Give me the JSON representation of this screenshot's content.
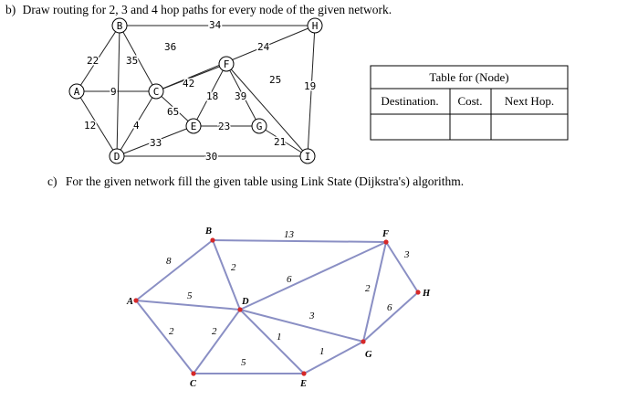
{
  "question_b": {
    "label": "b)",
    "text_pre": "Draw routing for ",
    "hops": "2, 3",
    "text_post": " and 4 hop paths for every node of the given network."
  },
  "question_c": {
    "label": "c)",
    "text": "For the given network fill the given table using Link State (Dijkstra's) algorithm."
  },
  "network1": {
    "nodes": {
      "A": "A",
      "B": "B",
      "C": "C",
      "D": "D",
      "E": "E",
      "F": "F",
      "G": "G",
      "H": "H",
      "I": "I"
    },
    "weights": {
      "BH": "34",
      "BC": "36",
      "CH": "24",
      "AB": "22",
      "BD": "35",
      "AC": "9",
      "CF": "42",
      "CE": "65",
      "FE": "18",
      "FG": "39",
      "FI": "25",
      "HI": "19",
      "AD": "12",
      "EC2": "4",
      "DE": "33",
      "EG": "23",
      "GI": "21",
      "DI": "30"
    }
  },
  "routing_table": {
    "title": "Table for (Node)",
    "headers": [
      "Destination.",
      "Cost.",
      "Next Hop."
    ]
  },
  "network2": {
    "nodes": {
      "A": "A",
      "B": "B",
      "C": "C",
      "D": "D",
      "E": "E",
      "F": "F",
      "G": "G",
      "H": "H"
    },
    "weights": {
      "AB": "8",
      "AD": "5",
      "AC": "2",
      "BD": "2",
      "BF": "13",
      "DF": "6",
      "DC": "2",
      "CD": "5",
      "DE": "1",
      "DG": "3",
      "EG": "1",
      "FG": "2",
      "FH": "3",
      "GH": "6"
    },
    "colors": {
      "edge": "#8a8fc4",
      "node": "#d62828"
    }
  }
}
